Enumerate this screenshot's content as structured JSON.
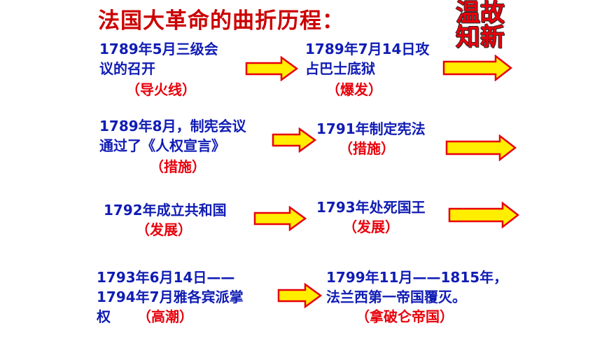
{
  "title": "法国大革命的曲折历程：",
  "badge": {
    "line1": "温故",
    "line2": "知新"
  },
  "rows": [
    {
      "left": {
        "lines": [
          "1789年5月三级会",
          "议的召开"
        ],
        "tag": "（导火线）"
      },
      "right": {
        "lines": [
          "1789年7月14日攻",
          "占巴士底狱"
        ],
        "tag": "（爆发）"
      }
    },
    {
      "left": {
        "lines": [
          "1789年8月，制宪会议",
          "通过了《人权宣言》"
        ],
        "tag": "（措施）"
      },
      "right": {
        "lines": [
          "1791年制定宪法"
        ],
        "tag": "（措施）"
      }
    },
    {
      "left": {
        "lines": [
          "1792年成立共和国"
        ],
        "tag": "（发展）"
      },
      "right": {
        "lines": [
          "1793年处死国王"
        ],
        "tag": "（发展）"
      }
    },
    {
      "left": {
        "lines": [
          "1793年6月14日——",
          "1794年7月雅各宾派掌",
          "权"
        ],
        "tag": "（高潮）"
      },
      "right": {
        "lines": [
          "1799年11月——1815年，",
          "法兰西第一帝国覆灭。"
        ],
        "tag": "（拿破仑帝国）"
      }
    }
  ],
  "colors": {
    "title": "#cc0000",
    "event_text": "#101cb4",
    "tag_text": "#e8000b",
    "arrow_fill": "#ffee00",
    "arrow_stroke": "#e8000b"
  },
  "icons": {
    "arrow": "right-arrow-icon"
  }
}
